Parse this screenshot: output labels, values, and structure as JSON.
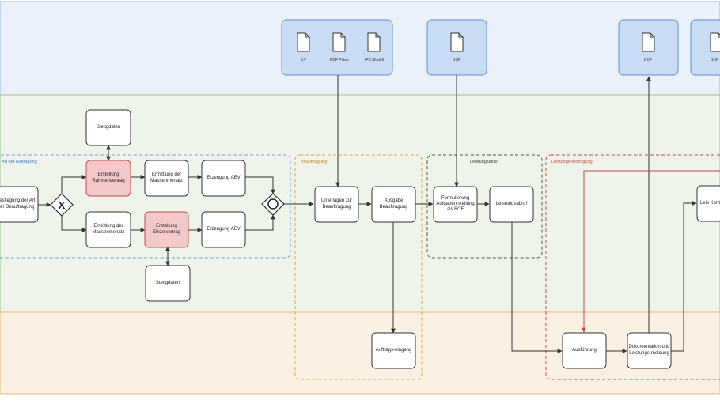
{
  "colors": {
    "lane_top": "#eaf1fb",
    "lane_top_border": "#8fb3e0",
    "lane_mid": "#eef4ea",
    "lane_mid_border": "#9cc58d",
    "lane_bottom": "#fbf1e3",
    "lane_bottom_border": "#e8b973",
    "doc_fill": "#c9dcf6",
    "doc_stroke": "#5a8fd6",
    "task_red": "#f3c8c8",
    "task_red_stroke": "#c44b4b",
    "group_blue": "#6a9fe0",
    "group_orange": "#e8a23a",
    "group_dark": "#555555",
    "group_red": "#c44b4b"
  },
  "doc_groups": {
    "g1": {
      "docs": [
        "LV",
        "PDF Pläne",
        "IFC Modell"
      ]
    },
    "g2": {
      "docs": [
        "BCF"
      ]
    },
    "g3": {
      "docs": [
        "BCF"
      ]
    },
    "g4": {
      "docs": [
        "BCF"
      ]
    }
  },
  "groups": {
    "blue": "Art der Auftragung",
    "orange": "Beauftragung",
    "dark": "Leistungsabruf",
    "red": "Leistungs-erbringung"
  },
  "tasks": {
    "festlegung": "Festlegung der Art der Beauftragung",
    "stetigdaten1": "Stetigdaten",
    "erstellung_rahmen": "Erstellung Rahmenvertrag",
    "ermittlung_mengen1": "Ermittlung der Massenmenatz",
    "erzeugung1": "Erzeugung AEV",
    "ermittlung_mengen2": "Ermittlung der Massenmenatz",
    "erstellung_einzel": "Erstellung Einzelvertrag",
    "erzeugung2": "Erzeugung AEV",
    "stetigdaten2": "Stetigdaten",
    "unterlagen": "Unterlagen zur Beauftragung",
    "ausgabe": "Ausgabe Beauftragung",
    "formulierung": "Formulierung Aufgaben-stellung als BCF",
    "leistungsabruf": "Leistungsabruf",
    "auftragseingang": "Auftrags-eingang",
    "ausfuehrung": "Ausführung",
    "dokumentation": "Dokumentation und Leistungs-meldung",
    "last_task": "Leis Kont"
  },
  "gateways": {
    "exclusive": "X",
    "parallel": "O"
  }
}
